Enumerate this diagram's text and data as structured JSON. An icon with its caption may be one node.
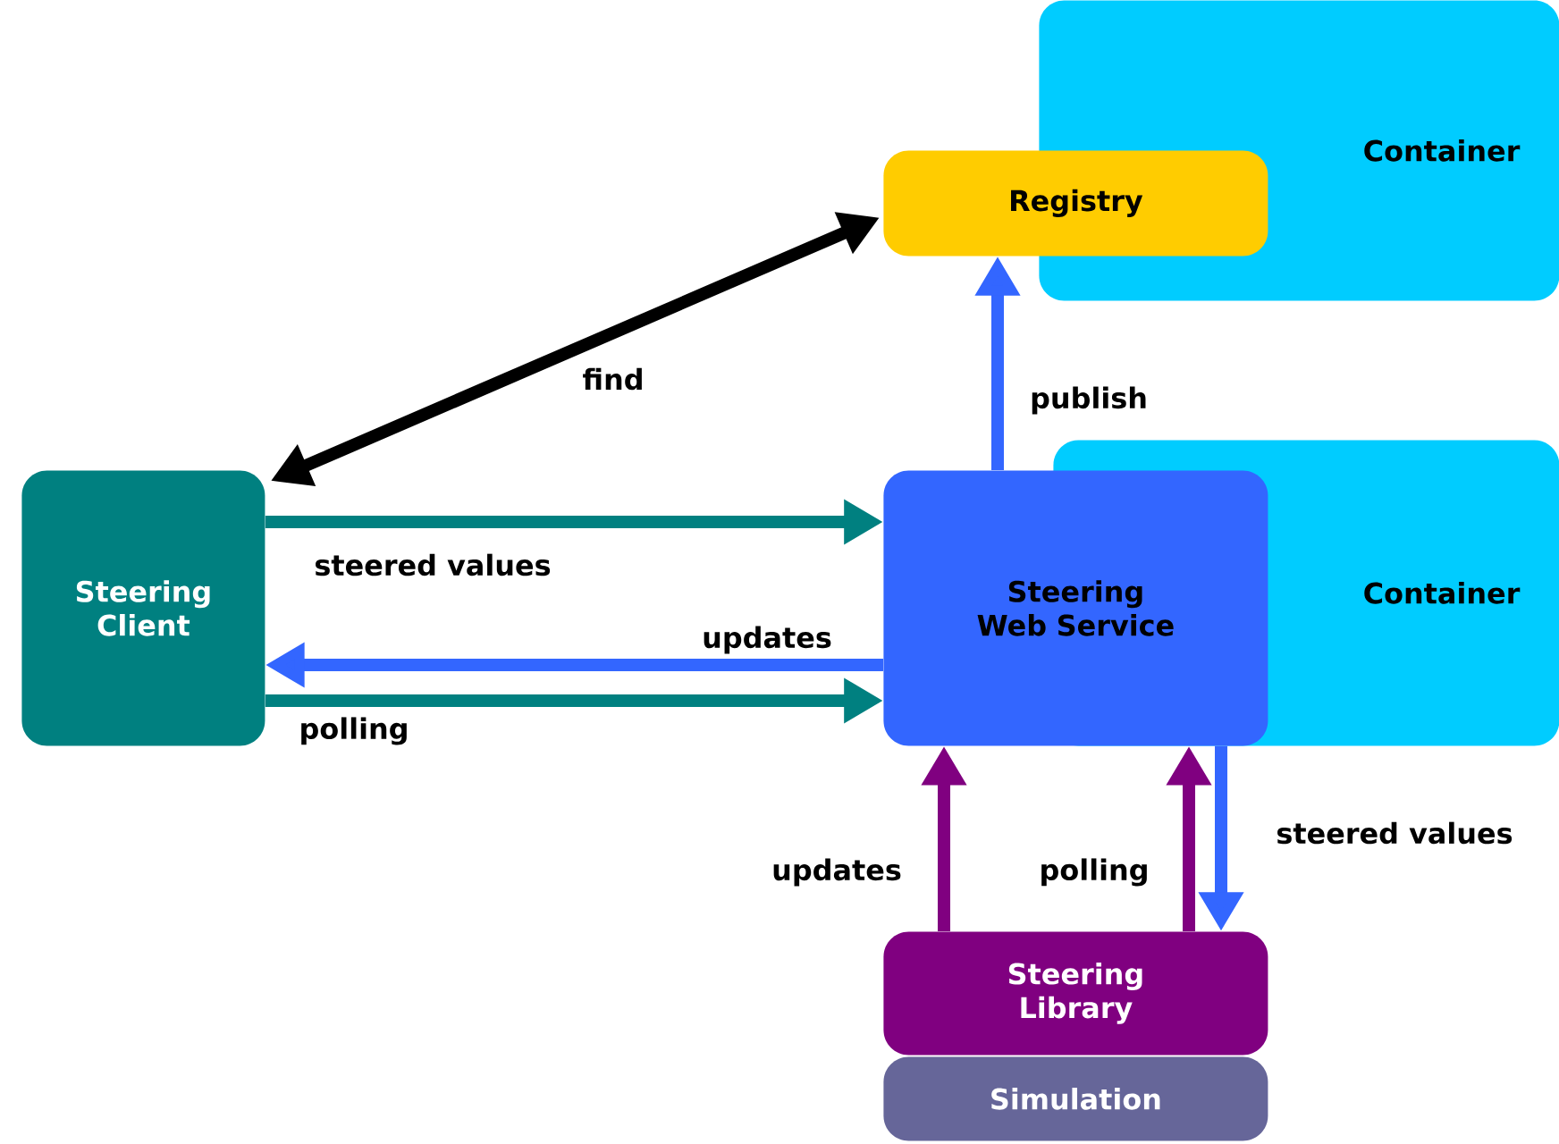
{
  "diagram": {
    "nodes": [
      {
        "text": [
          "Container"
        ]
      },
      {
        "text": [
          "Registry"
        ]
      },
      {
        "text": [
          "Container"
        ]
      },
      {
        "text": [
          "Steering Client"
        ]
      },
      {
        "text": [
          "Steering Web Service"
        ]
      },
      {
        "text": [
          "Steering Library"
        ]
      },
      {
        "text": [
          "Simulation"
        ]
      }
    ],
    "edges": [
      {
        "from": 3,
        "to": 1,
        "arrow": "both",
        "label": "find",
        "color": "#000000"
      },
      {
        "from": 3,
        "to": 4,
        "arrow": "to",
        "label": "steered values",
        "color": "#008080"
      },
      {
        "from": 4,
        "to": 3,
        "arrow": "to",
        "label": "updates",
        "color": "#3366ff"
      },
      {
        "from": 3,
        "to": 4,
        "arrow": "to",
        "label": "polling",
        "color": "#008080"
      },
      {
        "from": 4,
        "to": 1,
        "arrow": "to",
        "label": "publish",
        "color": "#3366ff"
      },
      {
        "from": 5,
        "to": 4,
        "arrow": "to",
        "label": "updates",
        "color": "#800080"
      },
      {
        "from": 5,
        "to": 4,
        "arrow": "to",
        "label": "polling",
        "color": "#800080"
      },
      {
        "from": 4,
        "to": 5,
        "arrow": "to",
        "label": "steered values",
        "color": "#3366ff"
      }
    ]
  }
}
